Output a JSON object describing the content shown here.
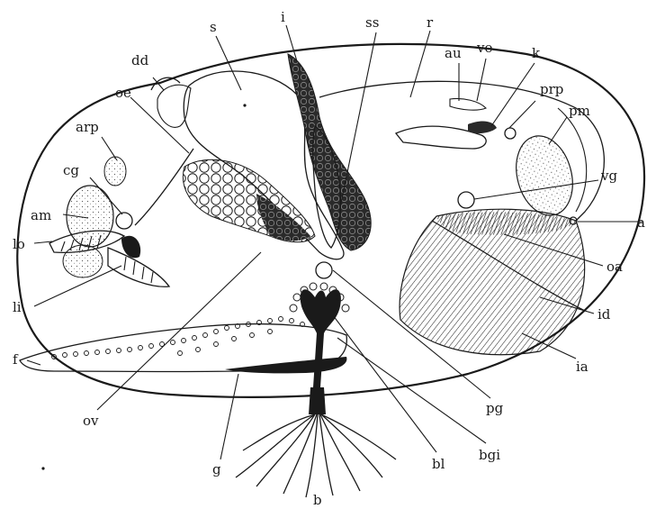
{
  "labels": {
    "s": "s",
    "i": "i",
    "ss": "ss",
    "r": "r",
    "dd": "dd",
    "au": "au",
    "ve": "ve",
    "k": "k",
    "oe": "oe",
    "prp": "prp",
    "arp": "arp",
    "pm": "pm",
    "cg": "cg",
    "vg": "vg",
    "am": "am",
    "a": "a",
    "lo": "lo",
    "oa": "oa",
    "li": "li",
    "id": "id",
    "f": "f",
    "ia": "ia",
    "ov": "ov",
    "pg": "pg",
    "bl": "bl",
    "bgi": "bgi",
    "g": "g",
    "b": "b"
  },
  "colors": {
    "ink": "#1a1a1a",
    "paper": "#ffffff"
  }
}
